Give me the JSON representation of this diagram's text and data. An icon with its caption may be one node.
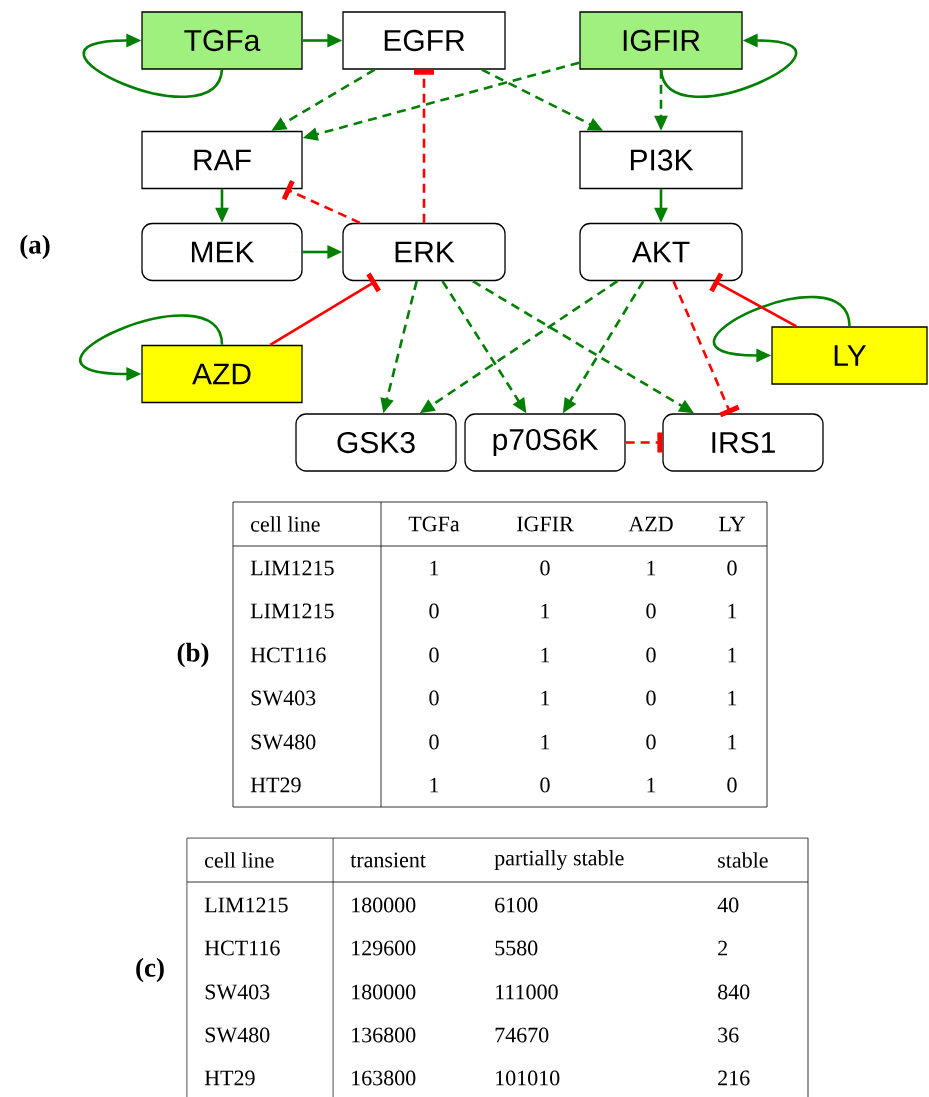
{
  "diagram": {
    "nodes": [
      {
        "text": [
          "TGFa"
        ]
      },
      {
        "text": [
          "EGFR"
        ]
      },
      {
        "text": [
          "IGFIR"
        ]
      },
      {
        "text": [
          "RAF"
        ]
      },
      {
        "text": [
          "PI3K"
        ]
      },
      {
        "text": [
          "MEK"
        ]
      },
      {
        "text": [
          "ERK"
        ]
      },
      {
        "text": [
          "AKT"
        ]
      },
      {
        "text": [
          "AZD"
        ]
      },
      {
        "text": [
          "LY"
        ]
      },
      {
        "text": [
          "GSK3"
        ]
      },
      {
        "text": [
          "p70S6K"
        ]
      },
      {
        "text": [
          "IRS1"
        ]
      }
    ],
    "edges": [
      {
        "from": 0,
        "to": 0,
        "arrow": "to"
      },
      {
        "from": 0,
        "to": 1,
        "arrow": "to"
      },
      {
        "from": 2,
        "to": 2,
        "arrow": "to"
      },
      {
        "from": 1,
        "to": 3,
        "arrow": "to",
        "style": "dashed"
      },
      {
        "from": 1,
        "to": 4,
        "arrow": "to",
        "style": "dashed"
      },
      {
        "from": 2,
        "to": 3,
        "arrow": "to",
        "style": "dashed"
      },
      {
        "from": 2,
        "to": 4,
        "arrow": "to",
        "style": "dashed"
      },
      {
        "from": 3,
        "to": 5,
        "arrow": "to"
      },
      {
        "from": 4,
        "to": 7,
        "arrow": "to"
      },
      {
        "from": 5,
        "to": 6,
        "arrow": "to"
      },
      {
        "from": 6,
        "to": 1,
        "arrow": "other",
        "style": "dashed",
        "color": "#ff0000"
      },
      {
        "from": 6,
        "to": 3,
        "arrow": "other",
        "style": "dashed",
        "color": "#ff0000"
      },
      {
        "from": 8,
        "to": 8,
        "arrow": "to"
      },
      {
        "from": 8,
        "to": 6,
        "arrow": "other",
        "color": "#ff0000"
      },
      {
        "from": 9,
        "to": 9,
        "arrow": "to"
      },
      {
        "from": 9,
        "to": 7,
        "arrow": "other",
        "color": "#ff0000"
      },
      {
        "from": 6,
        "to": 10,
        "arrow": "to",
        "style": "dashed"
      },
      {
        "from": 6,
        "to": 11,
        "arrow": "to",
        "style": "dashed"
      },
      {
        "from": 6,
        "to": 12,
        "arrow": "to",
        "style": "dashed"
      },
      {
        "from": 7,
        "to": 10,
        "arrow": "to",
        "style": "dashed"
      },
      {
        "from": 7,
        "to": 11,
        "arrow": "to",
        "style": "dashed"
      },
      {
        "from": 7,
        "to": 12,
        "arrow": "other",
        "style": "dashed",
        "color": "#ff0000"
      },
      {
        "from": 11,
        "to": 12,
        "arrow": "other",
        "style": "dashed",
        "color": "#ff0000"
      }
    ],
    "labels": [
      "(a)",
      "(b)",
      "cell line",
      "TGFa",
      "IGFIR",
      "AZD",
      "LY",
      "LIM1215",
      "1",
      "0",
      "1",
      "0",
      "LIM1215",
      "0",
      "1",
      "0",
      "1",
      "HCT116",
      "0",
      "1",
      "0",
      "1",
      "SW403",
      "0",
      "1",
      "0",
      "1",
      "SW480",
      "0",
      "1",
      "0",
      "1",
      "HT29",
      "1",
      "0",
      "1",
      "0",
      "(c)",
      "cell line",
      "transient",
      "partially stable",
      "stable",
      "LIM1215",
      "180000",
      "6100",
      "40",
      "HCT116",
      "129600",
      "5580",
      "2",
      "SW403",
      "180000",
      "111000",
      "840",
      "SW480",
      "136800",
      "74670",
      "36",
      "HT29",
      "163800",
      "101010",
      "216"
    ]
  }
}
